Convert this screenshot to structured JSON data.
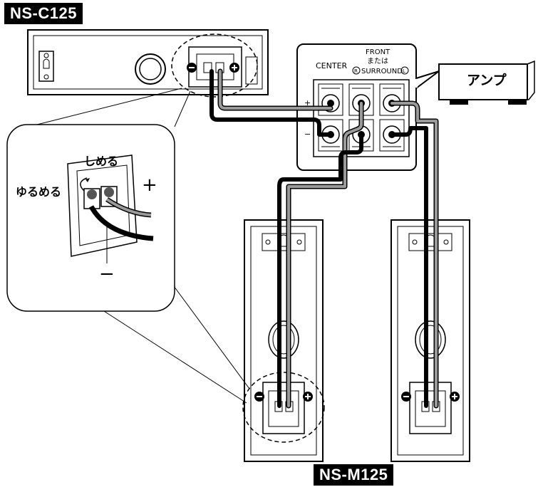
{
  "models": {
    "center_speaker": "NS-C125",
    "main_speakers": "NS-M125"
  },
  "amplifier": {
    "label": "アンプ"
  },
  "terminal_panel": {
    "center_label": "CENTER",
    "front_label": "FRONT",
    "or_label": "または",
    "surround_label": "SURROUND",
    "right_marker": "R",
    "left_marker": "L",
    "plus_sign": "+",
    "minus_sign": "−"
  },
  "inset": {
    "tighten": "しめる",
    "loosen": "ゆるめる",
    "plus": "+",
    "minus": "−"
  },
  "colors": {
    "line": "#000000",
    "gray_wire": "#9a9a9a",
    "background": "#ffffff"
  }
}
